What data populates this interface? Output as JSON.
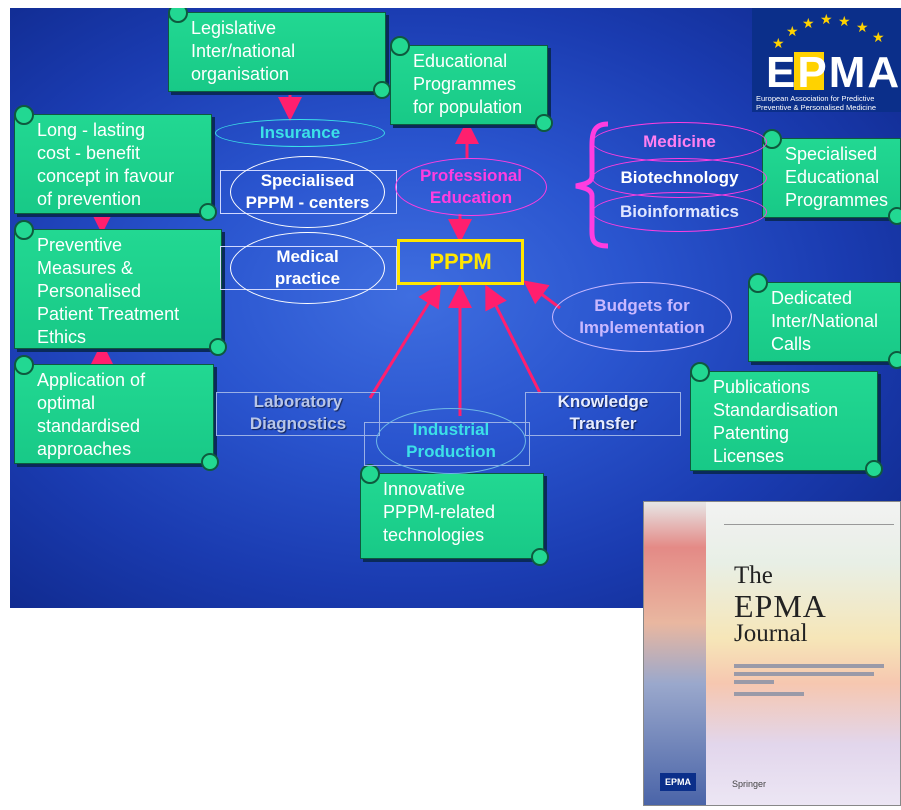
{
  "scrolls": {
    "legislative": "Legislative\nInter/national\norganisation",
    "educational": "Educational\nProgrammes\nfor population",
    "longlasting": "Long - lasting\ncost - benefit\nconcept in favour\nof prevention",
    "preventive": "Preventive\nMeasures &\nPersonalised\nPatient Treatment\nEthics",
    "application": "Application of\noptimal\nstandardised\napproaches",
    "specialised": "Specialised\nEducational\nProgrammes",
    "dedicated": "Dedicated\nInter/National\nCalls",
    "publications": "Publications\nStandardisation\nPatenting\nLicenses",
    "innovative": "Innovative\nPPPM-related\ntechnologies"
  },
  "nodes": {
    "insurance": "Insurance",
    "specialised_centers": "Specialised\nPPPM - centers",
    "medical_practice": "Medical\npractice",
    "professional_education": "Professional\nEducation",
    "medicine": "Medicine",
    "biotechnology": "Biotechnology",
    "bioinformatics": "Bioinformatics",
    "pppm": "PPPM",
    "budgets": "Budgets for\nImplementation",
    "laboratory": "Laboratory\nDiagnostics",
    "knowledge": "Knowledge\nTransfer",
    "industrial": "Industrial\nProduction"
  },
  "logo": {
    "text": "EPMA",
    "subtitle1": "European Association for Predictive",
    "subtitle2": "Preventive & Personalised Medicine"
  },
  "cover": {
    "title1": "The",
    "title2": "EPMA",
    "title3": "Journal",
    "publisher": "Springer",
    "logo": "EPMA"
  },
  "colors": {
    "scroll": "#22d892",
    "pppm": "#ffe600",
    "arrow": "#ff1f6e",
    "magenta": "#ff3de0",
    "cyan": "#3ce0e8",
    "lavender": "#c9b8ff"
  }
}
